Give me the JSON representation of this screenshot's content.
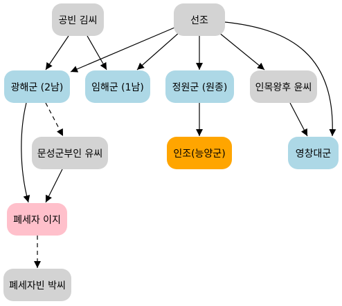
{
  "nodes": {
    "gongbin": {
      "label": "공빈 김씨",
      "color": "#d3d3d3"
    },
    "seonjo": {
      "label": "선조",
      "color": "#d3d3d3"
    },
    "gwanghae": {
      "label": "광해군 (2남)",
      "color": "#add8e6"
    },
    "imhae": {
      "label": "임해군 (1남)",
      "color": "#add8e6"
    },
    "jeongwon": {
      "label": "정원군 (원종)",
      "color": "#add8e6"
    },
    "inmok": {
      "label": "인목왕후 윤씨",
      "color": "#d3d3d3"
    },
    "munseong": {
      "label": "문성군부인 유씨",
      "color": "#d3d3d3"
    },
    "injo": {
      "label": "인조(능양군)",
      "color": "#ffa500"
    },
    "yeongchang": {
      "label": "영창대군",
      "color": "#add8e6"
    },
    "pyeseja": {
      "label": "폐세자 이지",
      "color": "#ffc0cb"
    },
    "pyesejabin": {
      "label": "폐세자빈 박씨",
      "color": "#d3d3d3"
    }
  },
  "edges": [
    {
      "from": "gongbin",
      "to": "gwanghae",
      "style": "solid"
    },
    {
      "from": "gongbin",
      "to": "imhae",
      "style": "solid"
    },
    {
      "from": "seonjo",
      "to": "gwanghae",
      "style": "solid"
    },
    {
      "from": "seonjo",
      "to": "imhae",
      "style": "solid"
    },
    {
      "from": "seonjo",
      "to": "jeongwon",
      "style": "solid"
    },
    {
      "from": "seonjo",
      "to": "inmok",
      "style": "solid"
    },
    {
      "from": "seonjo",
      "to": "yeongchang",
      "style": "solid"
    },
    {
      "from": "gwanghae",
      "to": "munseong",
      "style": "dashed"
    },
    {
      "from": "gwanghae",
      "to": "pyeseja",
      "style": "solid"
    },
    {
      "from": "munseong",
      "to": "pyeseja",
      "style": "solid"
    },
    {
      "from": "jeongwon",
      "to": "injo",
      "style": "solid"
    },
    {
      "from": "inmok",
      "to": "yeongchang",
      "style": "solid"
    },
    {
      "from": "pyeseja",
      "to": "pyesejabin",
      "style": "dashed"
    }
  ]
}
